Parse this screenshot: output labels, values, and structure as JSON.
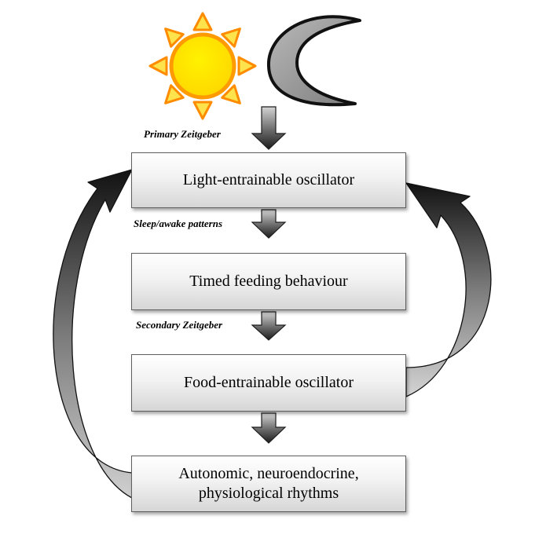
{
  "boxes": {
    "light_oscillator": "Light-entrainable oscillator",
    "timed_feeding": "Timed feeding behaviour",
    "food_oscillator": "Food-entrainable oscillator",
    "autonomic_line1": "Autonomic, neuroendocrine,",
    "autonomic_line2": "physiological rhythms"
  },
  "labels": {
    "primary": "Primary Zeitgeber",
    "sleep": "Sleep/awake patterns",
    "secondary": "Secondary Zeitgeber"
  },
  "icons": {
    "sun": "sun-icon",
    "moon": "crescent-moon-icon"
  },
  "colors": {
    "sun_core": "#ffea00",
    "sun_ring": "#ff9a00",
    "moon_fill": "#9a9a9a",
    "moon_outline": "#111111",
    "arrow_dark": "#222222",
    "box_border": "#5f5f5f"
  }
}
